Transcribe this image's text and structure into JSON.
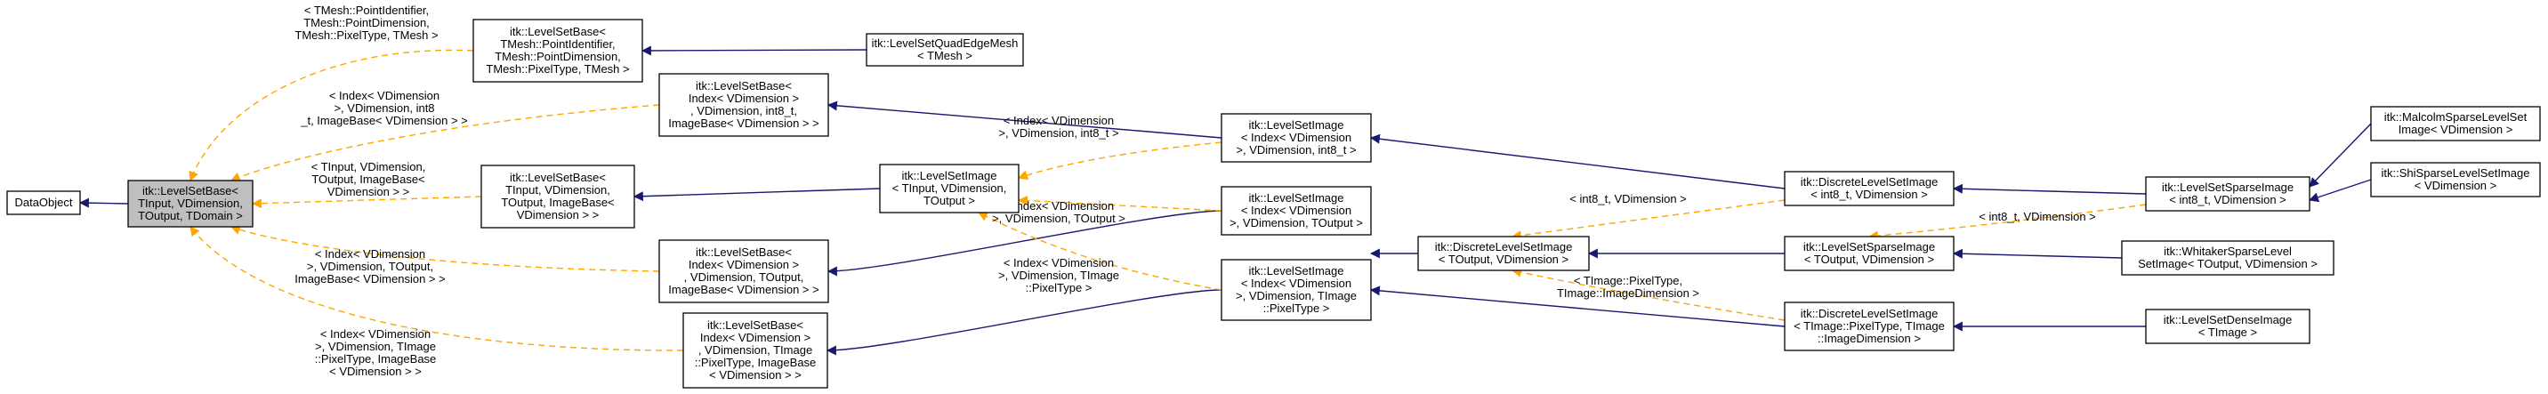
{
  "colors": {
    "inheritance": "#191970",
    "template": "#ffa500",
    "current_fill": "#bfbfbf"
  },
  "nodes": [
    {
      "id": "dataobject",
      "lines": [
        "DataObject"
      ],
      "current": false
    },
    {
      "id": "levelsetbase",
      "lines": [
        "itk::LevelSetBase<",
        "TInput, VDimension,",
        "TOutput, TDomain >"
      ],
      "current": true
    },
    {
      "id": "lsb_mesh",
      "lines": [
        "itk::LevelSetBase<",
        "TMesh::PointIdentifier,",
        "TMesh::PointDimension,",
        "TMesh::PixelType, TMesh >"
      ],
      "current": false
    },
    {
      "id": "quadedge",
      "lines": [
        "itk::LevelSetQuadEdgeMesh",
        "< TMesh >"
      ],
      "current": false
    },
    {
      "id": "lsb_int8",
      "lines": [
        "itk::LevelSetBase<",
        "Index< VDimension >",
        ", VDimension, int8_t,",
        "ImageBase< VDimension > >"
      ],
      "current": false
    },
    {
      "id": "lsb_tinput",
      "lines": [
        "itk::LevelSetBase<",
        "TInput, VDimension,",
        "TOutput, ImageBase<",
        "VDimension > >"
      ],
      "current": false
    },
    {
      "id": "lsb_toutput",
      "lines": [
        "itk::LevelSetBase<",
        "Index< VDimension >",
        ", VDimension, TOutput,",
        "ImageBase< VDimension > >"
      ],
      "current": false
    },
    {
      "id": "lsb_timage",
      "lines": [
        "itk::LevelSetBase<",
        "Index< VDimension >",
        ", VDimension, TImage",
        "::PixelType, ImageBase",
        "< VDimension > >"
      ],
      "current": false
    },
    {
      "id": "lsimage",
      "lines": [
        "itk::LevelSetImage",
        "< TInput, VDimension,",
        "TOutput >"
      ],
      "current": false
    },
    {
      "id": "lsimage_int8",
      "lines": [
        "itk::LevelSetImage",
        "< Index< VDimension",
        ">, VDimension, int8_t >"
      ],
      "current": false
    },
    {
      "id": "lsimage_toutput",
      "lines": [
        "itk::LevelSetImage",
        "< Index< VDimension",
        ">, VDimension, TOutput >"
      ],
      "current": false
    },
    {
      "id": "lsimage_timage",
      "lines": [
        "itk::LevelSetImage",
        "< Index< VDimension",
        ">, VDimension, TImage",
        "::PixelType >"
      ],
      "current": false
    },
    {
      "id": "discrete",
      "lines": [
        "itk::DiscreteLevelSetImage",
        "< TOutput, VDimension >"
      ],
      "current": false
    },
    {
      "id": "discrete_int8",
      "lines": [
        "itk::DiscreteLevelSetImage",
        "< int8_t, VDimension >"
      ],
      "current": false
    },
    {
      "id": "discrete_timage",
      "lines": [
        "itk::DiscreteLevelSetImage",
        "< TImage::PixelType, TImage",
        "::ImageDimension >"
      ],
      "current": false
    },
    {
      "id": "sparse",
      "lines": [
        "itk::LevelSetSparseImage",
        "< TOutput, VDimension >"
      ],
      "current": false
    },
    {
      "id": "sparse_int8",
      "lines": [
        "itk::LevelSetSparseImage",
        "< int8_t, VDimension >"
      ],
      "current": false
    },
    {
      "id": "whitaker",
      "lines": [
        "itk::WhitakerSparseLevel",
        "SetImage< TOutput, VDimension >"
      ],
      "current": false
    },
    {
      "id": "dense",
      "lines": [
        "itk::LevelSetDenseImage",
        "< TImage >"
      ],
      "current": false
    },
    {
      "id": "malcolm",
      "lines": [
        "itk::MalcolmSparseLevelSet",
        "Image< VDimension >"
      ],
      "current": false
    },
    {
      "id": "shi",
      "lines": [
        "itk::ShiSparseLevelSetImage",
        "< VDimension >"
      ],
      "current": false
    }
  ],
  "edge_labels": {
    "lsb_mesh": [
      "< TMesh::PointIdentifier,",
      "TMesh::PointDimension,",
      "TMesh::PixelType, TMesh >"
    ],
    "lsb_int8": [
      "< Index< VDimension",
      ">, VDimension, int8",
      "_t, ImageBase< VDimension > >"
    ],
    "lsb_tinput": [
      "< TInput, VDimension,",
      "TOutput, ImageBase<",
      "VDimension > >"
    ],
    "lsb_toutput": [
      "< Index< VDimension",
      ">, VDimension, TOutput,",
      "ImageBase< VDimension > >"
    ],
    "lsb_timage": [
      "< Index< VDimension",
      ">, VDimension, TImage",
      "::PixelType, ImageBase",
      "< VDimension > >"
    ],
    "lsimage_int8": [
      "< Index< VDimension",
      ">, VDimension, int8_t >"
    ],
    "lsimage_toutput": [
      "< Index< VDimension",
      ">, VDimension, TOutput >"
    ],
    "lsimage_timage": [
      "< Index< VDimension",
      ">, VDimension, TImage",
      "::PixelType >"
    ],
    "discrete_int8": [
      "< int8_t, VDimension >"
    ],
    "discrete_timage": [
      "< TImage::PixelType,",
      "TImage::ImageDimension >"
    ],
    "sparse_int8": [
      "< int8_t, VDimension >"
    ]
  }
}
